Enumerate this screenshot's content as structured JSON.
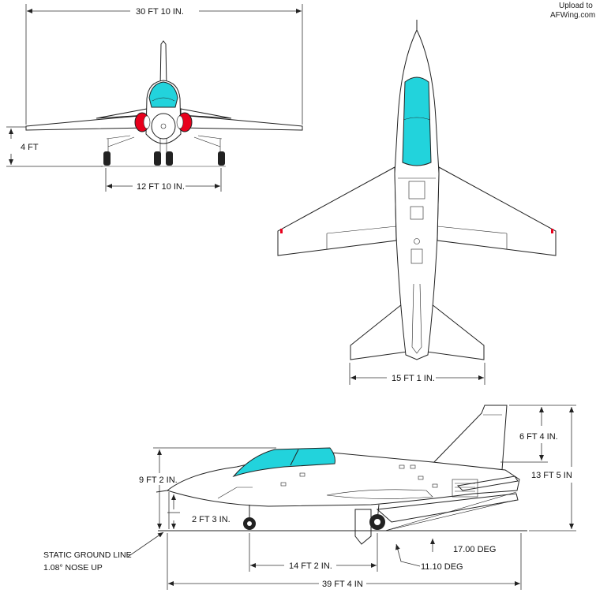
{
  "watermark": {
    "line1": "Upload to",
    "line2": "AFWing.com"
  },
  "colors": {
    "canopy": "#22d3dc",
    "intake": "#e8001c",
    "line": "#222222"
  },
  "front_view": {
    "span": "30 FT 10 IN.",
    "height": "4 FT",
    "track": "12 FT 10 IN."
  },
  "top_view": {
    "tail_span": "15 FT 1 IN."
  },
  "side_view": {
    "fin_height": "6 FT 4 IN.",
    "overall_height": "13 FT 5 IN",
    "canopy_height": "9 FT 2 IN.",
    "nose_height": "2 FT 3 IN.",
    "ground_line_1": "STATIC GROUND LINE",
    "ground_line_2": "1.08°  NOSE UP",
    "wheelbase": "14 FT 2 IN.",
    "length": "39 FT 4 IN",
    "angle_1": "17.00 DEG",
    "angle_2": "11.10 DEG"
  }
}
